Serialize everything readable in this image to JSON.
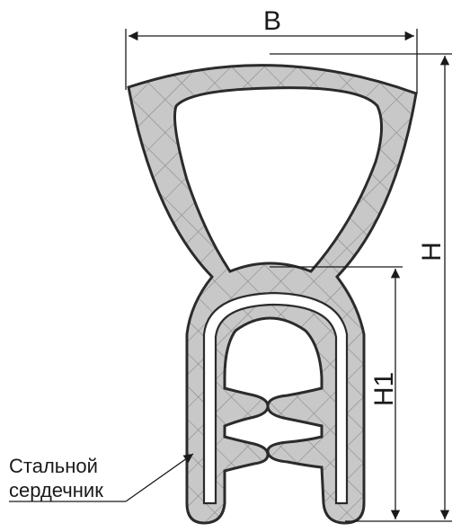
{
  "dimensions": {
    "width_label": "B",
    "height_label": "H",
    "inner_height_label": "H1"
  },
  "callout": {
    "line1": "Стальной",
    "line2": "сердечник"
  },
  "colors": {
    "profile_fill": "#c8c8c8",
    "outline": "#2b2b2b",
    "hatch": "#8a8a8a",
    "core": "#ffffff",
    "dimension_line": "#1a1a1a"
  }
}
